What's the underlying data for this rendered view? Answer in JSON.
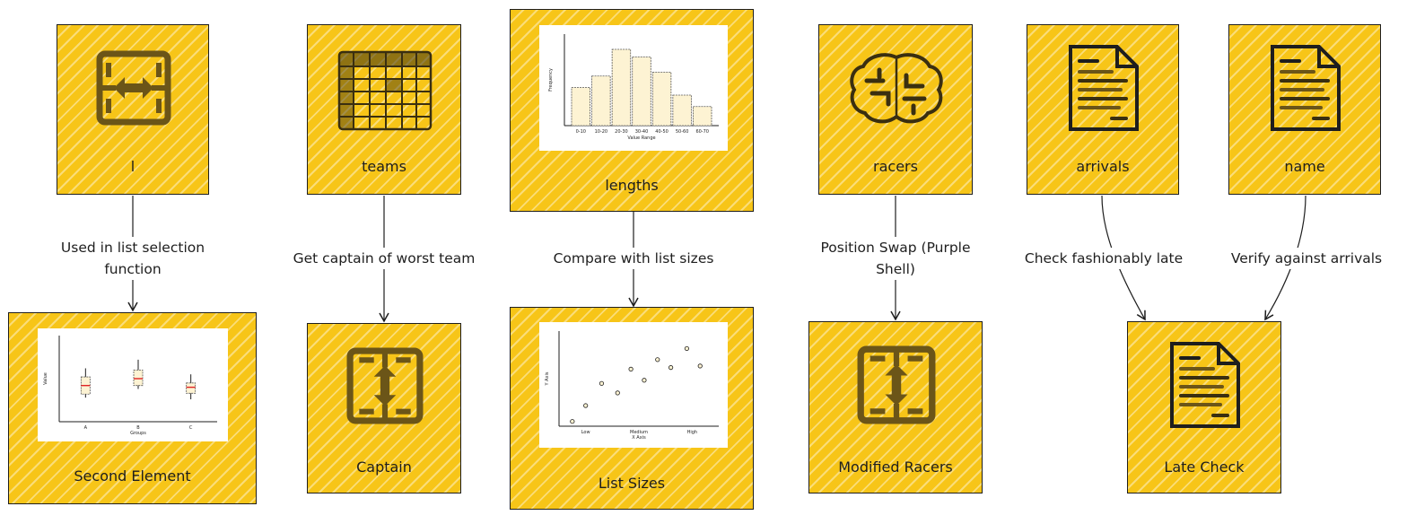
{
  "nodes": {
    "l": {
      "label": "l",
      "icon": "expand-horizontal-icon"
    },
    "teams": {
      "label": "teams",
      "icon": "table-grid-icon"
    },
    "lengths": {
      "label": "lengths",
      "icon": "histogram-chart"
    },
    "racers": {
      "label": "racers",
      "icon": "brain-icon"
    },
    "arrivals": {
      "label": "arrivals",
      "icon": "document-icon"
    },
    "name": {
      "label": "name",
      "icon": "document-icon"
    },
    "second_element": {
      "label": "Second Element",
      "icon": "box-plot-chart"
    },
    "captain": {
      "label": "Captain",
      "icon": "expand-vertical-icon"
    },
    "list_sizes": {
      "label": "List Sizes",
      "icon": "scatter-chart"
    },
    "modified_racers": {
      "label": "Modified Racers",
      "icon": "expand-vertical-icon"
    },
    "late_check": {
      "label": "Late Check",
      "icon": "document-icon"
    }
  },
  "edges": [
    {
      "from": "l",
      "to": "second_element",
      "label": "Used in list selection\nfunction"
    },
    {
      "from": "teams",
      "to": "captain",
      "label": "Get captain of worst team"
    },
    {
      "from": "lengths",
      "to": "list_sizes",
      "label": "Compare with list sizes"
    },
    {
      "from": "racers",
      "to": "modified_racers",
      "label": "Position Swap (Purple\nShell)"
    },
    {
      "from": "arrivals",
      "to": "late_check",
      "label": "Check fashionably late"
    },
    {
      "from": "name",
      "to": "late_check",
      "label": "Verify against arrivals"
    }
  ],
  "colors": {
    "node_fill": "#f7c518",
    "stroke": "#1e1e1e",
    "icon": "#6b5518",
    "chart_bar": "#fdf3d3"
  },
  "chart_data": [
    {
      "type": "bar",
      "categories": [
        "0-10",
        "10-20",
        "20-30",
        "30-40",
        "40-50",
        "50-60",
        "60-70"
      ],
      "values": [
        5,
        6.5,
        10,
        9,
        7,
        4,
        2.5
      ],
      "ylim": [
        0,
        12
      ],
      "xlabel": "Value Range",
      "ylabel": "Frequency",
      "grid": false
    },
    {
      "type": "box",
      "categories": [
        "A",
        "B",
        "C"
      ],
      "boxes": [
        {
          "whisker_low": 0.28,
          "q1": 0.32,
          "median": 0.42,
          "q3": 0.52,
          "whisker_high": 0.62
        },
        {
          "whisker_low": 0.38,
          "q1": 0.42,
          "median": 0.5,
          "q3": 0.6,
          "whisker_high": 0.72
        },
        {
          "whisker_low": 0.26,
          "q1": 0.33,
          "median": 0.4,
          "q3": 0.45,
          "whisker_high": 0.55
        }
      ],
      "ylim": [
        0,
        1
      ],
      "xlabel": "Groups",
      "ylabel": "Value",
      "grid": false
    },
    {
      "type": "scatter",
      "x": [
        0.5,
        1.0,
        1.6,
        2.2,
        2.7,
        3.2,
        3.7,
        4.2,
        4.8,
        5.3
      ],
      "y": [
        0.3,
        1.3,
        2.7,
        2.1,
        3.6,
        2.9,
        4.2,
        3.7,
        4.9,
        3.8
      ],
      "xlim": [
        0,
        6
      ],
      "ylim": [
        0,
        6
      ],
      "xticks": [
        "Low",
        "Medium",
        "High"
      ],
      "xlabel": "X Axis",
      "ylabel": "Y Axis",
      "grid": false
    }
  ]
}
